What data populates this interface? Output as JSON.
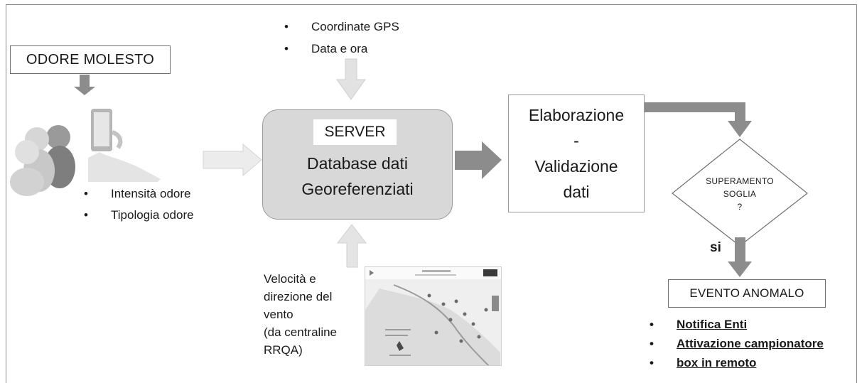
{
  "inputs": {
    "odore_molesto": "ODORE MOLESTO",
    "gps_bullets": [
      "Coordinate GPS",
      "Data e ora"
    ],
    "sensation_bullets": [
      "Intensità odore",
      "Tipologia odore"
    ]
  },
  "server": {
    "title": "SERVER",
    "line1": "Database dati",
    "line2": "Georeferenziati"
  },
  "elaborazione": {
    "line1": "Elaborazione",
    "line2": "-",
    "line3": "Validazione",
    "line4": "dati"
  },
  "vento": {
    "lines": [
      "Velocità e",
      "direzione del",
      "vento",
      "(da centraline",
      "RRQA)"
    ]
  },
  "decision": {
    "line1": "SUPERAMENTO",
    "line2": "SOGLIA",
    "line3": "?",
    "yes_label": "si"
  },
  "evento": {
    "label": "EVENTO ANOMALO",
    "actions": [
      "Notifica Enti",
      "Attivazione campionatore",
      "box in remoto"
    ]
  },
  "icons": {
    "people": "people-icon",
    "smartphone": "smartphone-hand-icon",
    "map": "map-thumbnail"
  },
  "colors": {
    "arrow_dark": "#8c8c8c",
    "arrow_light": "#dcdcdc",
    "server_fill": "#d8d8d8"
  }
}
